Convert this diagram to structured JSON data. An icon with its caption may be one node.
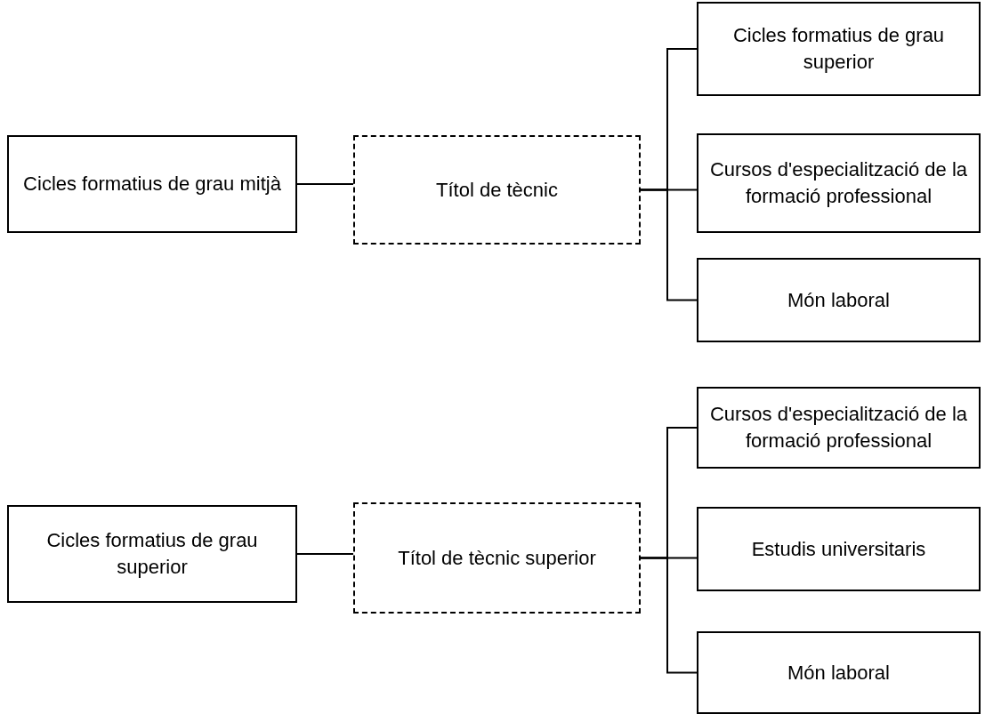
{
  "diagram": {
    "nodes": [
      {
        "text": [
          "Cicles formatius de grau mitjà"
        ]
      },
      {
        "text": [
          "Títol de tècnic"
        ]
      },
      {
        "text": [
          "Cicles formatius de grau superior"
        ]
      },
      {
        "text": [
          "Cursos d'especialització de la formació professional"
        ]
      },
      {
        "text": [
          "Món laboral"
        ]
      },
      {
        "text": [
          "Cicles formatius de grau superior"
        ]
      },
      {
        "text": [
          "Títol de tècnic superior"
        ]
      },
      {
        "text": [
          "Cursos d'especialització de la formació professional"
        ]
      },
      {
        "text": [
          "Estudis universitaris"
        ]
      },
      {
        "text": [
          "Món laboral"
        ]
      }
    ],
    "edges": [
      {
        "from": 0,
        "to": 1,
        "arrow": "none"
      },
      {
        "from": 1,
        "to": 2,
        "arrow": "none"
      },
      {
        "from": 1,
        "to": 3,
        "arrow": "none"
      },
      {
        "from": 1,
        "to": 4,
        "arrow": "none"
      },
      {
        "from": 5,
        "to": 6,
        "arrow": "none"
      },
      {
        "from": 6,
        "to": 7,
        "arrow": "none"
      },
      {
        "from": 6,
        "to": 8,
        "arrow": "none"
      },
      {
        "from": 6,
        "to": 9,
        "arrow": "none"
      }
    ]
  }
}
